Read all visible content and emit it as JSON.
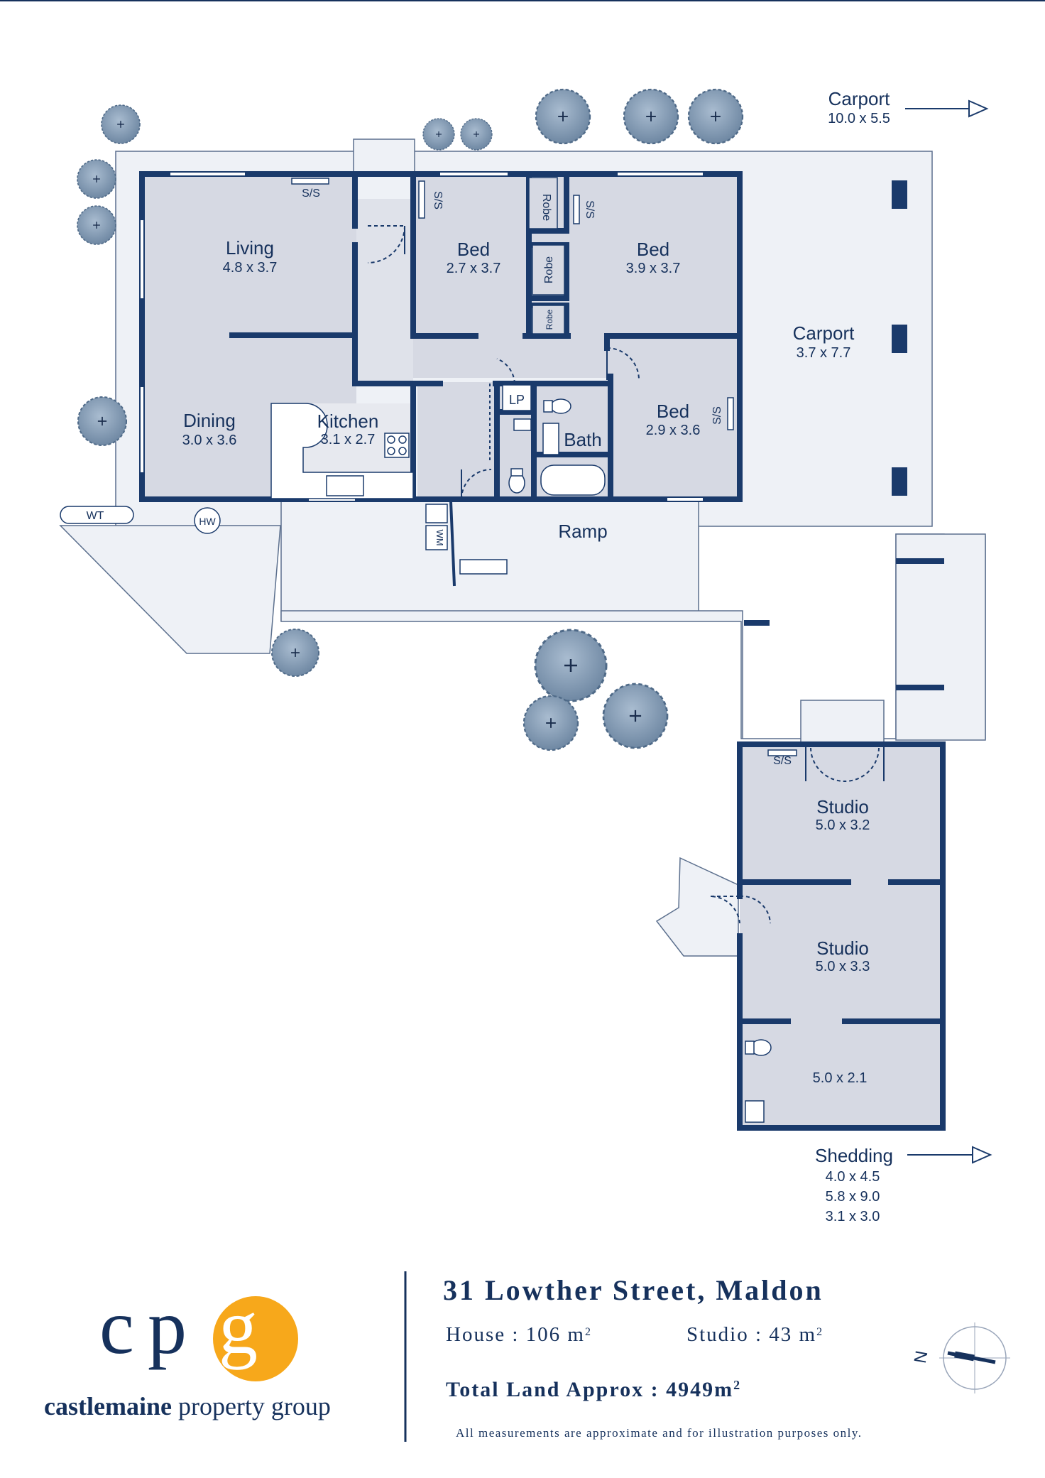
{
  "rooms": {
    "living": {
      "name": "Living",
      "dims": "4.8 x 3.7"
    },
    "dining": {
      "name": "Dining",
      "dims": "3.0 x 3.6"
    },
    "kitchen": {
      "name": "Kitchen",
      "dims": "3.1 x 2.7"
    },
    "bed1": {
      "name": "Bed",
      "dims": "2.7 x 3.7"
    },
    "bed2": {
      "name": "Bed",
      "dims": "3.9 x 3.7"
    },
    "bed3": {
      "name": "Bed",
      "dims": "2.9 x 3.6"
    },
    "bath": {
      "name": "Bath"
    },
    "carport_side": {
      "name": "Carport",
      "dims": "3.7 x 7.7"
    },
    "carport_top": {
      "name": "Carport",
      "dims": "10.0 x 5.5"
    },
    "studio1": {
      "name": "Studio",
      "dims": "5.0 x 3.2"
    },
    "studio2": {
      "name": "Studio",
      "dims": "5.0 x 3.3"
    },
    "studio3": {
      "dims": "5.0 x 2.1"
    },
    "ramp": {
      "name": "Ramp"
    },
    "shedding": {
      "name": "Shedding",
      "dims": [
        "4.0 x 4.5",
        "5.8 x 9.0",
        "3.1 x 3.0"
      ]
    }
  },
  "fixtures": {
    "ss": "S/S",
    "robe": "Robe",
    "lp": "LP",
    "wt": "WT",
    "hw": "HW",
    "wm": "WM"
  },
  "info": {
    "address": "31 Lowther Street, Maldon",
    "house": "House : 106 m",
    "studio": "Studio : 43 m",
    "sup": "2",
    "total_land": "Total Land Approx : 4949m",
    "disclaimer": "All measurements are approximate and for illustration purposes only."
  },
  "brand": {
    "c": "c",
    "p": "p",
    "g": "g",
    "name_bold": "castlemaine",
    "name_rest": " property group"
  },
  "compass": {
    "label": "N"
  },
  "colors": {
    "wall": "#1a3a6b",
    "room": "#d6d9e3",
    "outdoor": "#eef1f6",
    "tree": "#7a93ad",
    "logo_orange": "#f7a81b"
  }
}
